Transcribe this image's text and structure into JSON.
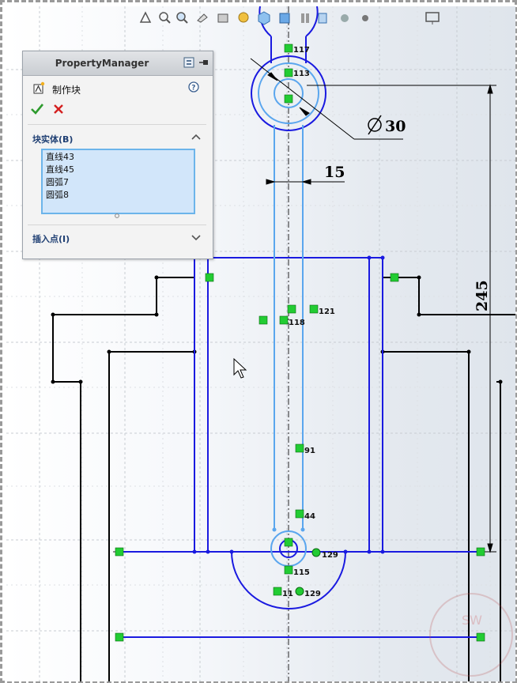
{
  "property_manager": {
    "header_title": "PropertyManager",
    "command_title": "制作块",
    "section_block_entities": {
      "label": "块实体(B)",
      "items": [
        "直线43",
        "直线45",
        "圆弧7",
        "圆弧8"
      ]
    },
    "section_insertion_point": {
      "label": "插入点(I)"
    }
  },
  "drawing": {
    "dimensions": {
      "diameter": "30",
      "width": "15",
      "height": "245"
    },
    "point_labels": [
      "117",
      "113",
      "121",
      "118",
      "91",
      "44",
      "129",
      "115",
      "11",
      "129"
    ]
  },
  "colors": {
    "sketch_line": "#1a1ae0",
    "selected_line": "#5aa6ee",
    "relation_marker": "#22cc33",
    "geometry_black": "#000000"
  }
}
